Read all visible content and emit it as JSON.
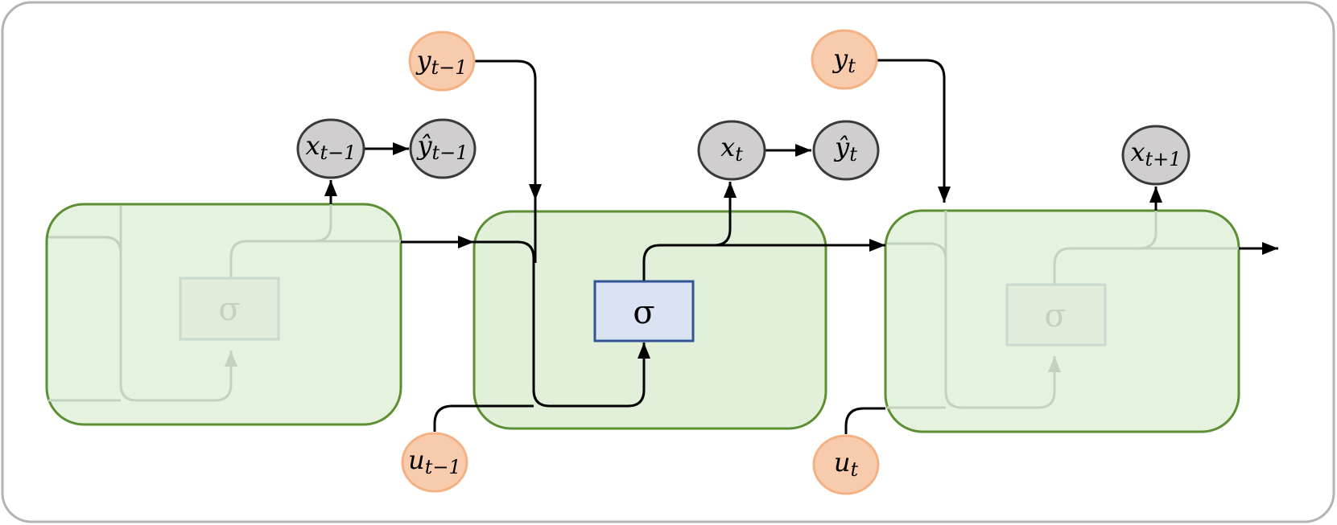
{
  "diagram": {
    "title": "Recurrent cell unrolled over time",
    "colors": {
      "frame": "#b3b3b3",
      "cell_fill": "#e2efd9",
      "cell_stroke": "#5b8f32",
      "gate_fill": "#dae3f3",
      "gate_stroke": "#2f5597",
      "gate_faded_fill": "#e1ecda",
      "gate_faded_stroke": "#c9d9cf",
      "faded_line": "#c3d1bd",
      "observed_fill": "#f8cbad",
      "observed_stroke": "#f4b183",
      "latent_fill": "#d0cece",
      "latent_stroke": "#3a3a3a",
      "active_line": "#000000"
    },
    "cells": [
      {
        "id": "cell-t-1",
        "state": "faded",
        "gate_label": "σ"
      },
      {
        "id": "cell-t",
        "state": "active",
        "gate_label": "σ"
      },
      {
        "id": "cell-t+1",
        "state": "faded",
        "gate_label": "σ"
      }
    ],
    "nodes": {
      "y_prev": {
        "base": "y",
        "sub": "t−1",
        "kind": "observed"
      },
      "y_curr": {
        "base": "y",
        "sub": "t",
        "kind": "observed"
      },
      "u_prev": {
        "base": "u",
        "sub": "t−1",
        "kind": "observed"
      },
      "u_curr": {
        "base": "u",
        "sub": "t",
        "kind": "observed"
      },
      "x_prev": {
        "base": "x",
        "sub": "t−1",
        "kind": "latent"
      },
      "x_curr": {
        "base": "x",
        "sub": "t",
        "kind": "latent"
      },
      "x_next": {
        "base": "x",
        "sub": "t+1",
        "kind": "latent"
      },
      "yhat_prev": {
        "base": "ŷ",
        "sub": "t−1",
        "kind": "latent"
      },
      "yhat_curr": {
        "base": "ŷ",
        "sub": "t",
        "kind": "latent"
      }
    }
  }
}
